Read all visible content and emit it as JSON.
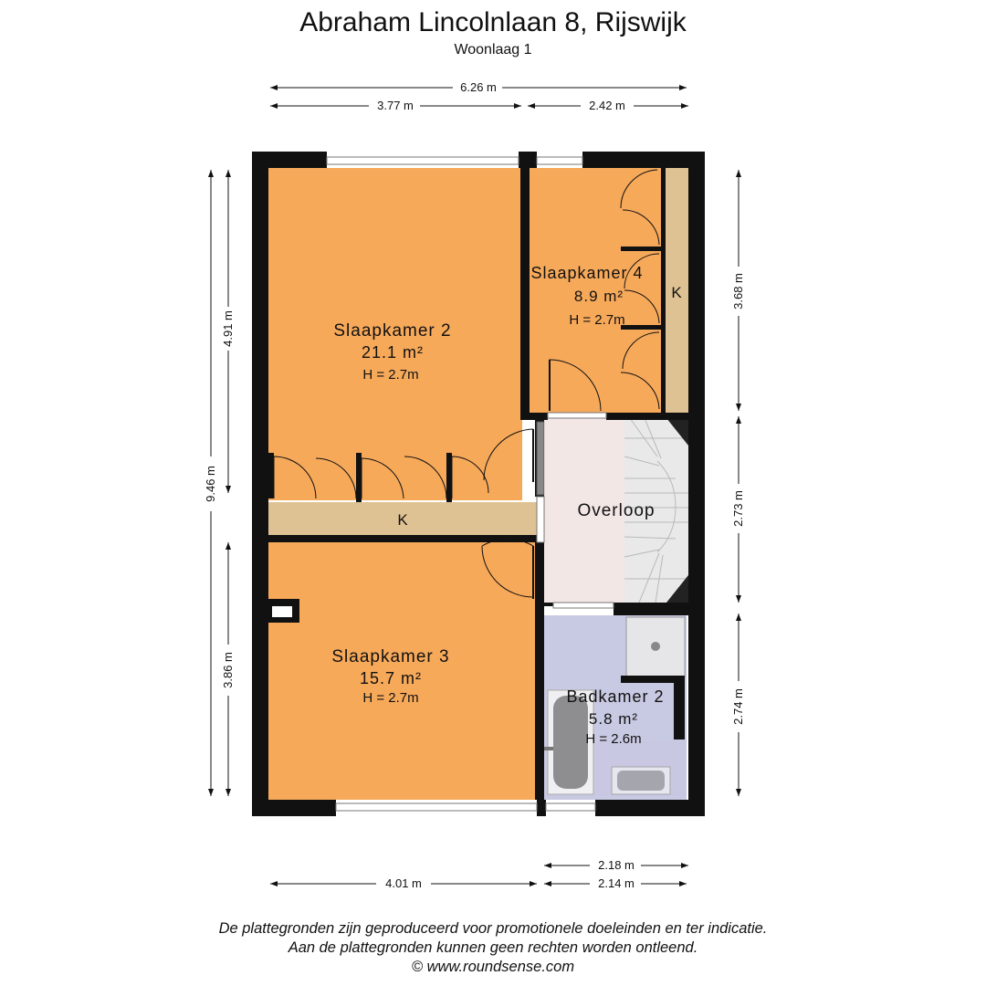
{
  "header": {
    "title": "Abraham Lincolnlaan 8, Rijswijk",
    "subtitle": "Woonlaag 1"
  },
  "dimensions": {
    "top_total": "6.26 m",
    "top_left": "3.77 m",
    "top_right": "2.42 m",
    "left_total": "9.46 m",
    "left_upper": "4.91 m",
    "left_lower": "3.86 m",
    "right_upper": "3.68 m",
    "right_middle": "2.73 m",
    "right_lower": "2.74 m",
    "bottom_left": "4.01 m",
    "bottom_right_upper": "2.18 m",
    "bottom_right_lower": "2.14 m"
  },
  "rooms": {
    "slaapkamer2": {
      "name": "Slaapkamer 2",
      "area": "21.1 m²",
      "height": "H = 2.7m"
    },
    "slaapkamer4": {
      "name": "Slaapkamer 4",
      "area": "8.9 m²",
      "height": "H = 2.7m"
    },
    "slaapkamer3": {
      "name": "Slaapkamer 3",
      "area": "15.7 m²",
      "height": "H = 2.7m"
    },
    "badkamer2": {
      "name": "Badkamer 2",
      "area": "5.8 m²",
      "height": "H = 2.6m"
    },
    "overloop": {
      "name": "Overloop"
    },
    "kast_middle": {
      "name": "K"
    },
    "kast_right": {
      "name": "K"
    }
  },
  "colors": {
    "room_orange": "#f7a95a",
    "closet_tan": "#dfc293",
    "landing_pink": "#f3e7e6",
    "bath_lavender": "#c8c9e2",
    "wall": "#111111"
  },
  "footer": {
    "line1": "De plattegronden zijn geproduceerd voor promotionele doeleinden en ter indicatie.",
    "line2": "Aan de plattegronden kunnen geen rechten worden ontleend.",
    "line3": "© www.roundsense.com"
  }
}
